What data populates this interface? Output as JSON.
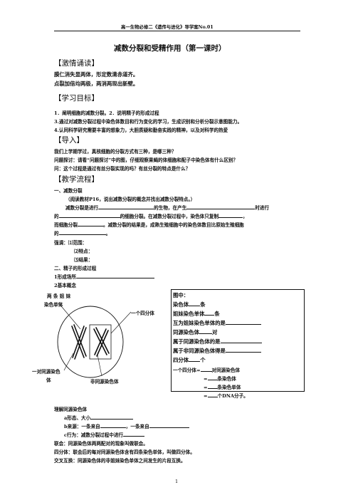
{
  "header": "高一生物必修二《遗传与进化》导学案No.01",
  "title": "减数分裂和受精作用（第一课时）",
  "sections": {
    "inspire": "【激情诵读】",
    "goals": "【学习目标】",
    "intro": "【导入】",
    "process": "【教学流程】"
  },
  "poem": [
    "膜仁消失显两体，形定数清赤道齐。",
    "点裂加倍均两极，两消两现出新壁。"
  ],
  "goals": [
    "1．阐明细胞的减数分裂。2．说明精子的形成过程",
    "3.通过对减数分裂过程中染色体数目和行为变化的学习，生成识别和分析分裂示意图能力。",
    "4.认同科学研究需要丰富的想象力，大胆质疑和勤奋实践的精神，以及对科学的热爱"
  ],
  "intro": [
    "我们上学期学过，真核细胞的分裂方式有三种，是哪三种？",
    "问题探讨：请看“问题探讨”中的图，仔细观察果蝇的体细胞和配子中染色体有什么区别？",
    "问：这个过程是通过有丝分裂实现的吗？有丝分裂的特点是什么？"
  ],
  "part1": {
    "heading": "一、减数分裂",
    "instruction": "（阅读教材P16，说出减数分裂的概念并找出减数分裂特点。）",
    "l1a": "减数分裂是进行",
    "l1b": "的生物，在产生",
    "l1c": "时进行",
    "l2a": "的",
    "l2b": "的细胞分裂。在减数分裂过程中，染色体只复制",
    "l2c": "，",
    "l3a": "而细胞分裂",
    "l3b": "。减数分裂的结果是，成熟生殖细胞中的染色体数目比原始生殖细胞",
    "l4a": "的",
    "l4b": "。",
    "emph": "强调：⑴范围：",
    "emph2": "⑵特点：",
    "emph3": "⑶结果："
  },
  "part2": {
    "heading": "二、精子的形成过程",
    "site": "1形成场所",
    "concept": "2基本概念"
  },
  "diagram_labels": {
    "top1": "两 条 姐 妹",
    "top2": "染色单体",
    "tetrad": "一个四分体",
    "homolog1": "一对同源染色",
    "homolog2": "体",
    "nonhomolog": "非同源染色体"
  },
  "figure_box": {
    "title": "图中：",
    "r1a": "染色体",
    "r1b": "条",
    "r2a": "姐妹染色单体",
    "r2b": "条",
    "r3": "互为姐妹染色单体的是",
    "r4a": "同源染色体",
    "r4b": "对",
    "r5": "属于同源染色体的是",
    "r6": "属于非同源染色体得是",
    "r7a": "四分体",
    "r7b": "个",
    "r8a": "一个四分体=",
    "r8b": "对同源染色体",
    "r9a": "=",
    "r9b": "条染色体",
    "r10a": "=",
    "r10b": "条染色单体",
    "r11a": "=",
    "r11b": "个DNA分子。"
  },
  "understand": {
    "heading": "理解同源染色体",
    "a": "a形态、大小",
    "b1": "b来源：一条来自",
    "b2": "，一条来自",
    "c": "c行为：减数分裂过程中进行"
  },
  "terms": [
    "联会：同源染色体两两配对的现象叫做联会。",
    "四分体：联会后的每对同源染色体含有四条染色单体，叫做四分体。",
    "交叉互换：同源染色体的非姐妹染色单体之间发生的片段互换。"
  ],
  "page_number": "1"
}
